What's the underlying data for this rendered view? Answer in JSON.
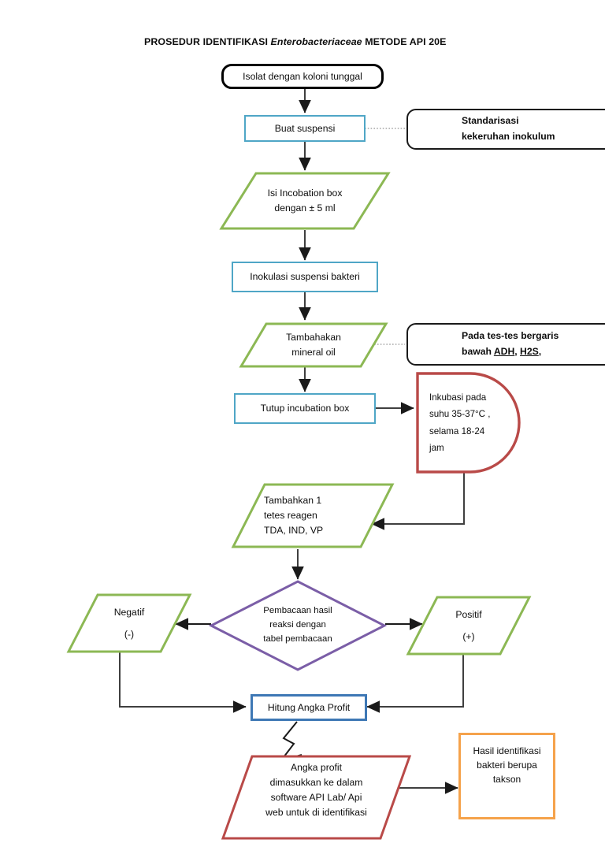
{
  "title": {
    "prefix": "PROSEDUR IDENTIFIKASI ",
    "species": "Enterobacteriaceae",
    "suffix": " METODE API 20E",
    "full": "PROSEDUR IDENTIFIKASI Enterobacteriaceae METODE API 20E"
  },
  "colors": {
    "terminator_border": "#000000",
    "process_light_blue": "#4FA6C6",
    "process_blue": "#3E78B5",
    "data_green": "#8CB854",
    "decision_purple": "#7B5EA7",
    "delay_red": "#B94A48",
    "output_red": "#B94A48",
    "result_orange": "#F5A24B",
    "connector": "#3F3F3F",
    "dotted_connector": "#A6A6A6"
  },
  "nodes": {
    "start": {
      "label": "Isolat dengan koloni tunggal",
      "shape": "terminator"
    },
    "suspensi": {
      "label": "Buat suspensi",
      "shape": "process"
    },
    "isi_box": {
      "lines": [
        "Isi Incobation box",
        "dengan ± 5 ml"
      ],
      "shape": "data"
    },
    "inokulasi": {
      "label": "Inokulasi suspensi bakteri",
      "shape": "process"
    },
    "mineral_oil": {
      "lines": [
        "Tambahakan",
        "mineral oil"
      ],
      "shape": "data"
    },
    "tutup": {
      "label": "Tutup incubation box",
      "shape": "process"
    },
    "inkubasi": {
      "lines": [
        "Inkubasi pada",
        "suhu 35-37°C ,",
        "selama 18-24",
        "jam"
      ],
      "shape": "delay"
    },
    "reagen": {
      "lines": [
        "Tambahkan 1",
        "tetes reagen",
        "TDA, IND, VP"
      ],
      "shape": "data"
    },
    "pembacaan": {
      "lines": [
        "Pembacaan hasil",
        "reaksi dengan",
        "tabel pembacaan"
      ],
      "shape": "decision"
    },
    "negatif": {
      "lines": [
        "Negatif",
        "(-)"
      ],
      "shape": "data"
    },
    "positif": {
      "lines": [
        "Positif",
        "(+)"
      ],
      "shape": "data"
    },
    "hitung": {
      "label": "Hitung Angka Profit",
      "shape": "process"
    },
    "angka_profit": {
      "lines": [
        "Angka profit",
        "dimasukkan ke dalam",
        "software API Lab/ Api",
        "web untuk di identifikasi"
      ],
      "shape": "output"
    },
    "hasil": {
      "lines": [
        "Hasil identifikasi",
        "bakteri berupa",
        "takson"
      ],
      "shape": "result"
    }
  },
  "callouts": {
    "standarisasi": {
      "lines": [
        "Standarisasi",
        "kekeruhan inokulum"
      ]
    },
    "bergaris": {
      "line1": "Pada tes-tes bergaris",
      "line2_prefix": "bawah ",
      "line2_u1": "ADH",
      "line2_mid": ", ",
      "line2_u2": "H2S",
      "line2_suffix": ","
    }
  }
}
